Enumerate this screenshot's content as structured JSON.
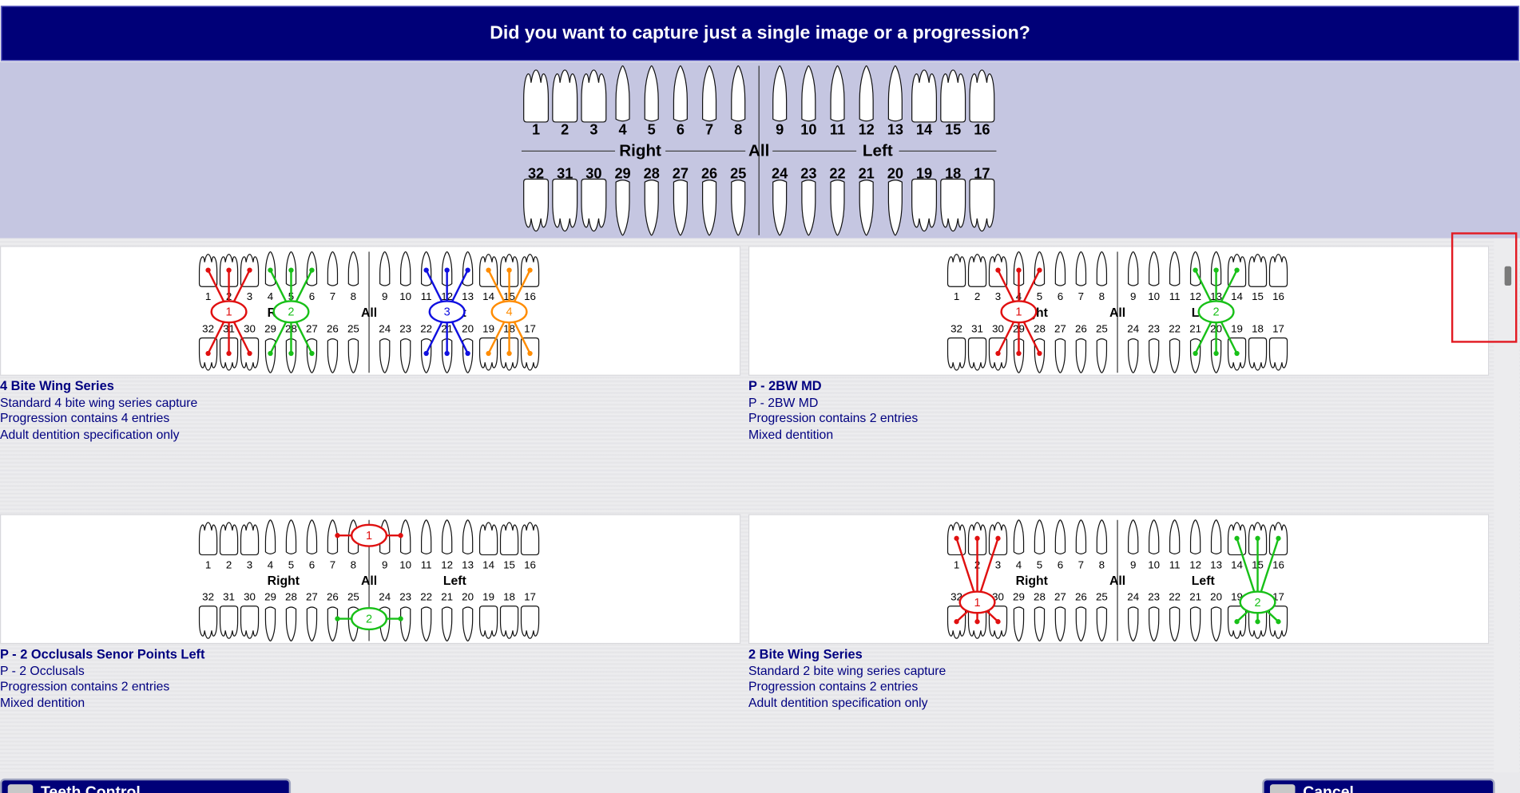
{
  "header": {
    "title": "Did you want to capture just a single image or a progression?"
  },
  "tooth_chart": {
    "upper": [
      "1",
      "2",
      "3",
      "4",
      "5",
      "6",
      "7",
      "8",
      "9",
      "10",
      "11",
      "12",
      "13",
      "14",
      "15",
      "16"
    ],
    "lower": [
      "32",
      "31",
      "30",
      "29",
      "28",
      "27",
      "26",
      "25",
      "24",
      "23",
      "22",
      "21",
      "20",
      "19",
      "18",
      "17"
    ],
    "labels": {
      "right": "Right",
      "all": "All",
      "left": "Left"
    }
  },
  "colors": {
    "title_bg": "#000078",
    "panel_bg": "#c5c6e1",
    "text_blue": "#000080",
    "red": "#e01010",
    "green": "#18c018",
    "blue": "#1010e0",
    "orange": "#ff8c00"
  },
  "progressions": [
    {
      "title": "4 Bite Wing Series",
      "lines": [
        "Standard 4 bite wing series capture",
        "Progression contains 4 entries",
        "Adult dentition specification only"
      ],
      "markers": [
        {
          "num": "1",
          "color": "#e01010"
        },
        {
          "num": "2",
          "color": "#18c018"
        },
        {
          "num": "3",
          "color": "#1010e0"
        },
        {
          "num": "4",
          "color": "#ff8c00"
        }
      ]
    },
    {
      "title": "P - 2BW MD",
      "lines": [
        "P - 2BW MD",
        "Progression contains 2 entries",
        "Mixed dentition"
      ],
      "markers": [
        {
          "num": "1",
          "color": "#e01010"
        },
        {
          "num": "2",
          "color": "#18c018"
        }
      ]
    },
    {
      "title": "P - 2 Occlusals Senor Points Left",
      "lines": [
        "P - 2 Occlusals",
        "Progression contains 2 entries",
        "Mixed dentition"
      ],
      "markers": [
        {
          "num": "1",
          "color": "#e01010"
        },
        {
          "num": "2",
          "color": "#18c018"
        }
      ]
    },
    {
      "title": "2 Bite Wing Series",
      "lines": [
        "Standard 2 bite wing series capture",
        "Progression contains 2 entries",
        "Adult dentition specification only"
      ],
      "markers": [
        {
          "num": "1",
          "color": "#e01010"
        },
        {
          "num": "2",
          "color": "#18c018"
        }
      ]
    }
  ],
  "buttons": {
    "teeth_control": "Teeth Control",
    "cancel": "Cancel"
  }
}
